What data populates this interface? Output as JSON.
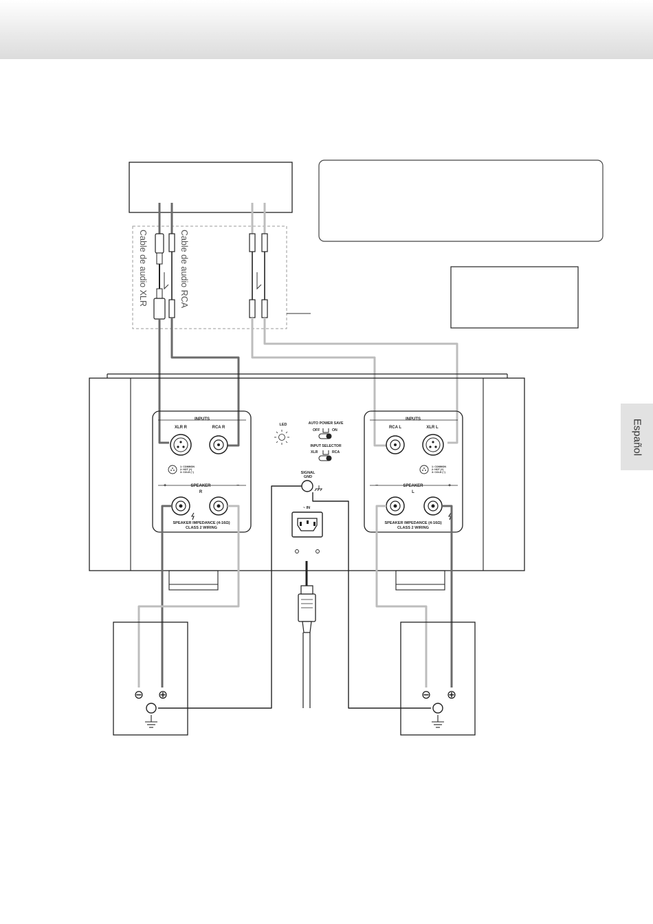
{
  "side_tab": {
    "label": "Español"
  },
  "cables": {
    "xlr_label": "Cable de audio XLR",
    "rca_label": "Cable de audio RCA"
  },
  "amplifier": {
    "right_panel": {
      "inputs_label": "INPUTS",
      "xlr_label": "XLR R",
      "rca_label": "RCA R",
      "pin_1": "1: COMMON",
      "pin_2": "2: HOT (+)",
      "pin_3": "3: COLD (−)",
      "speaker_label": "SPEAKER",
      "channel": "R",
      "plus": "+",
      "minus": "−",
      "impedance": "SPEAKER IMPEDANCE (4-16Ω)",
      "wiring": "CLASS 2 WIRING"
    },
    "left_panel": {
      "inputs_label": "INPUTS",
      "xlr_label": "XLR L",
      "rca_label": "RCA L",
      "pin_1": "1: COMMON",
      "pin_2": "2: HOT (+)",
      "pin_3": "3: COLD (−)",
      "speaker_label": "SPEAKER",
      "channel": "L",
      "plus": "+",
      "minus": "−",
      "impedance": "SPEAKER IMPEDANCE (4-16Ω)",
      "wiring": "CLASS 2 WIRING"
    },
    "center": {
      "led_label": "LED",
      "auto_power_save": "AUTO POWER SAVE",
      "off_label": "OFF",
      "on_label": "ON",
      "input_selector": "INPUT SELECTOR",
      "xlr_option": "XLR",
      "rca_option": "RCA",
      "signal_gnd_line1": "SIGNAL",
      "signal_gnd_line2": "GND",
      "ac_in": "~ IN"
    }
  },
  "speakers": {
    "minus_symbol": "⊖",
    "plus_symbol": "⊕"
  },
  "colors": {
    "cable_dark": "#6a6a6a",
    "cable_light": "#bdbdbd",
    "line": "#222222",
    "header": "#dcdcdc",
    "side_tab": "#e2e2e2"
  }
}
